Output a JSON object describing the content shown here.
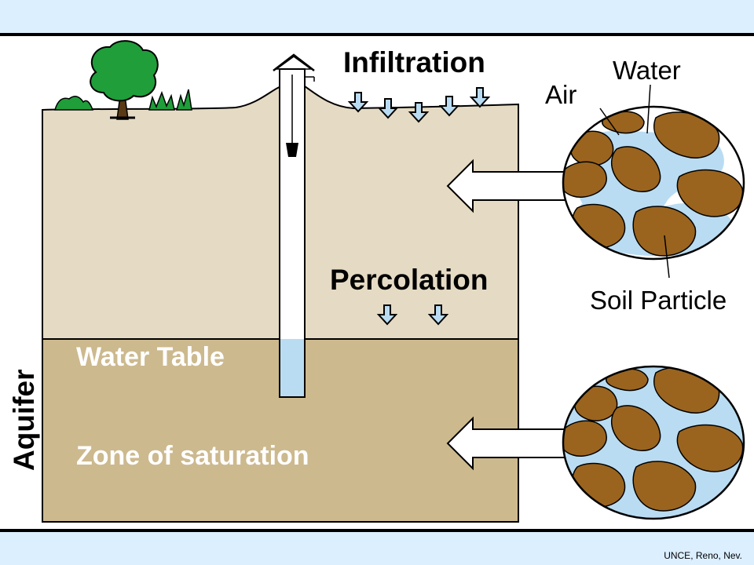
{
  "labels": {
    "infiltration": "Infiltration",
    "percolation": "Percolation",
    "water_table": "Water Table",
    "zone_of_saturation": "Zone of saturation",
    "aquifer": "Aquifer",
    "air": "Air",
    "water": "Water",
    "soil_particle": "Soil Particle"
  },
  "credit": "UNCE, Reno, Nev.",
  "colors": {
    "slide_background": "#dcefff",
    "unsaturated_soil": "#e5dac3",
    "saturated_soil": "#ccb98e",
    "soil_particle": "#9a641f",
    "pore_water": "#b9dcf2",
    "tree": "#1f9e3a",
    "well_water": "#b9dcf2",
    "arrow_fill": "#b9dcf2"
  }
}
